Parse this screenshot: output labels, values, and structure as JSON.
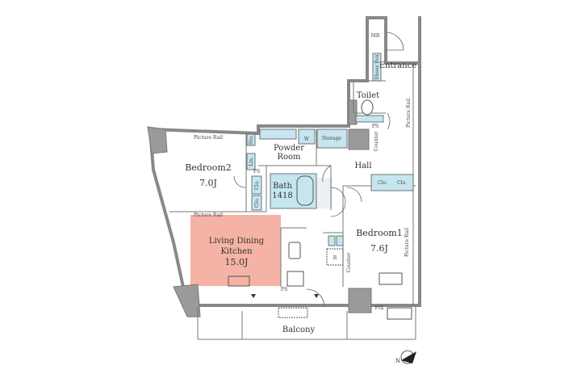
{
  "rooms": {
    "bedroom2": {
      "name": "Bedroom2",
      "size": "7.0J"
    },
    "ldk": {
      "name_line1": "Living Dining",
      "name_line2": "Kitchen",
      "size": "15.0J"
    },
    "bedroom1": {
      "name": "Bedroom1",
      "size": "7.6J"
    },
    "powder_room": {
      "line1": "Powder",
      "line2": "Room"
    },
    "bath": {
      "name": "Bath",
      "size": "1418"
    },
    "hall": "Hall",
    "toilet": "Toilet",
    "entrance": "Entrance",
    "balcony": "Balcony",
    "storage": "Storage"
  },
  "labels": {
    "picture_rail": "Picture Rail",
    "ps": "PS",
    "mb": "MB",
    "shoes_box": "Shoes Box",
    "counter": "Counter",
    "lin": "Lin.",
    "sto": "Sto.",
    "clo": "Clo.",
    "w": "W",
    "r": "R",
    "fix": "FIX"
  },
  "colors": {
    "ldk": "#f4b3a4",
    "fixture": "#c5e6ef"
  }
}
